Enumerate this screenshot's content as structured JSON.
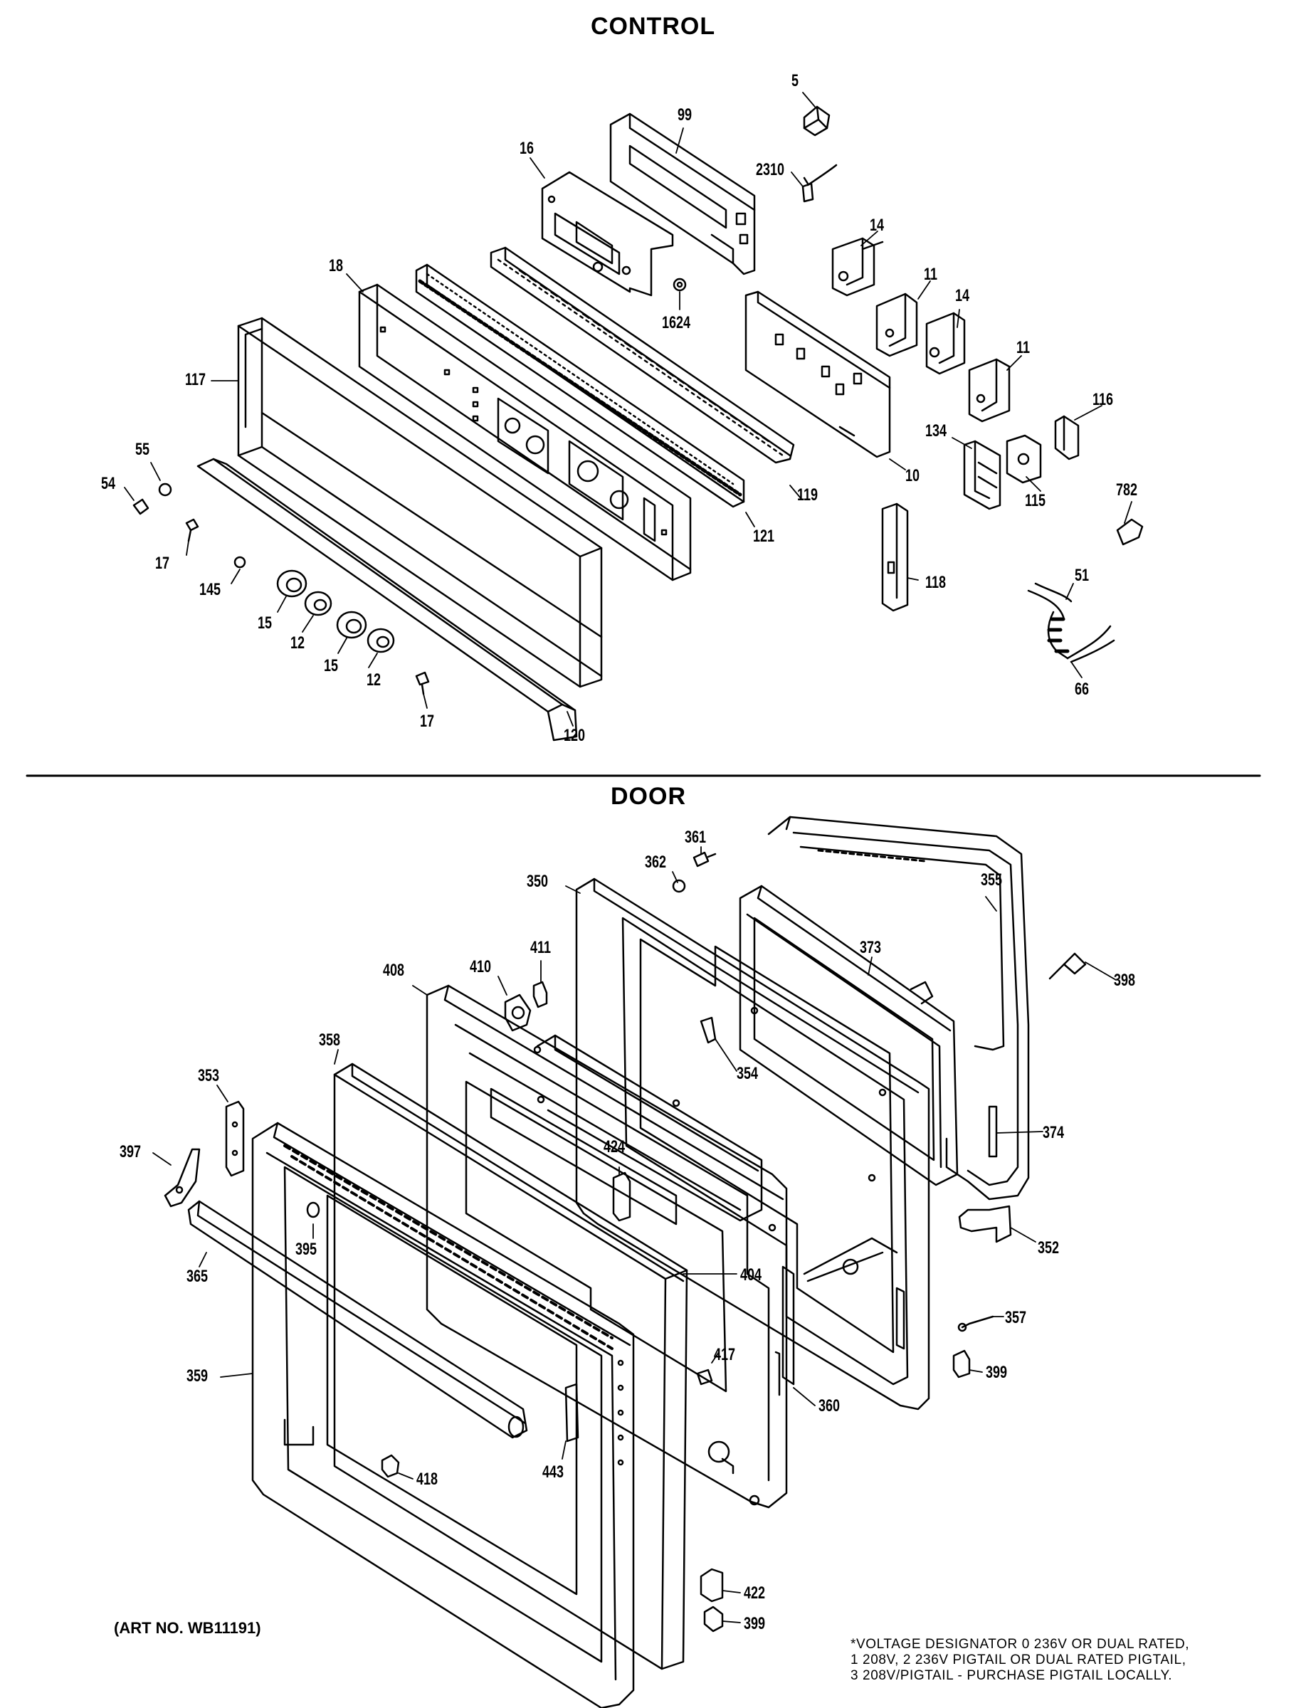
{
  "sections": {
    "control_title": "CONTROL",
    "door_title": "DOOR"
  },
  "art_number": "(ART NO. WB11191)",
  "footnote": {
    "line1": "*VOLTAGE DESIGNATOR 0  236V OR DUAL RATED,",
    "line2": "1  208V, 2  236V  PIGTAIL OR DUAL RATED PIGTAIL,",
    "line3": "3  208V/PIGTAIL - PURCHASE PIGTAIL LOCALLY."
  },
  "control_parts": [
    "5",
    "99",
    "16",
    "2310",
    "14",
    "11",
    "14",
    "11",
    "18",
    "1624",
    "117",
    "116",
    "55",
    "54",
    "134",
    "115",
    "782",
    "119",
    "10",
    "17",
    "121",
    "145",
    "118",
    "51",
    "15",
    "12",
    "15",
    "12",
    "17",
    "66",
    "120"
  ],
  "door_parts": [
    "361",
    "362",
    "355",
    "350",
    "373",
    "411",
    "410",
    "408",
    "398",
    "358",
    "354",
    "353",
    "397",
    "374",
    "424",
    "395",
    "352",
    "365",
    "404",
    "357",
    "417",
    "359",
    "360",
    "399",
    "443",
    "418",
    "422",
    "399"
  ]
}
